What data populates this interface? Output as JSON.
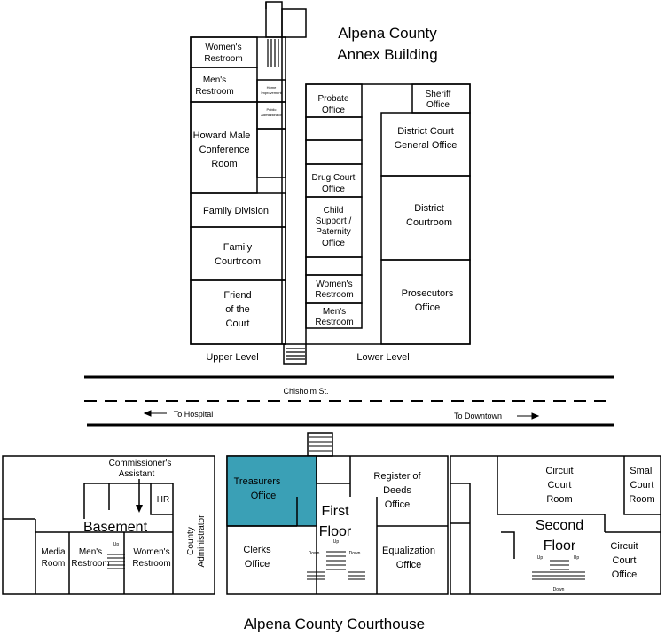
{
  "annex": {
    "title1": "Alpena County",
    "title2": "Annex Building"
  },
  "upper": {
    "label": "Upper Level",
    "womens": [
      "Women's",
      "Restroom"
    ],
    "mens": [
      "Men's",
      "Restroom"
    ],
    "home": [
      "Home",
      "Improvement"
    ],
    "public": [
      "Public",
      "Administrator"
    ],
    "howard": [
      "Howard Male",
      "Conference",
      "Room"
    ],
    "family_division": "Family Division",
    "family_courtroom": [
      "Family",
      "Courtroom"
    ],
    "friend": [
      "Friend",
      "of the",
      "Court"
    ]
  },
  "lower": {
    "label": "Lower Level",
    "probate": [
      "Probate",
      "Office"
    ],
    "sheriff": [
      "Sheriff",
      "Office"
    ],
    "district_general": [
      "District Court",
      "General Office"
    ],
    "drug": [
      "Drug Court",
      "Office"
    ],
    "child": [
      "Child",
      "Support /",
      "Paternity",
      "Office"
    ],
    "district_courtroom": [
      "District",
      "Courtroom"
    ],
    "womens": [
      "Women's",
      "Restroom"
    ],
    "mens": [
      "Men's",
      "Restroom"
    ],
    "prosecutors": [
      "Prosecutors",
      "Office"
    ]
  },
  "street": {
    "name": "Chisholm St.",
    "to_hospital": "To Hospital",
    "to_downtown": "To Downtown"
  },
  "basement": {
    "title": "Basement",
    "commissioner": [
      "Commissioner's",
      "Assistant"
    ],
    "hr": "HR",
    "county_admin": [
      "County",
      "Administrator"
    ],
    "media": [
      "Media",
      "Room"
    ],
    "mens": [
      "Men's",
      "Restroom"
    ],
    "womens": [
      "Women's",
      "Restroom"
    ],
    "up": "Up"
  },
  "first": {
    "title": [
      "First",
      "Floor"
    ],
    "treasurers": [
      "Treasurers",
      "Office"
    ],
    "register": [
      "Register of",
      "Deeds",
      "Office"
    ],
    "clerks": [
      "Clerks",
      "Office"
    ],
    "equalization": [
      "Equalization",
      "Office"
    ],
    "up": "Up",
    "down": "Down",
    "highlight": "#3aa0b6"
  },
  "second": {
    "title": [
      "Second",
      "Floor"
    ],
    "circuit_room": [
      "Circuit",
      "Court",
      "Room"
    ],
    "small_court": [
      "Small",
      "Court",
      "Room"
    ],
    "circuit_office": [
      "Circuit",
      "Court",
      "Office"
    ],
    "up": "Up",
    "down": "Down"
  },
  "courthouse": {
    "title": "Alpena County Courthouse"
  }
}
